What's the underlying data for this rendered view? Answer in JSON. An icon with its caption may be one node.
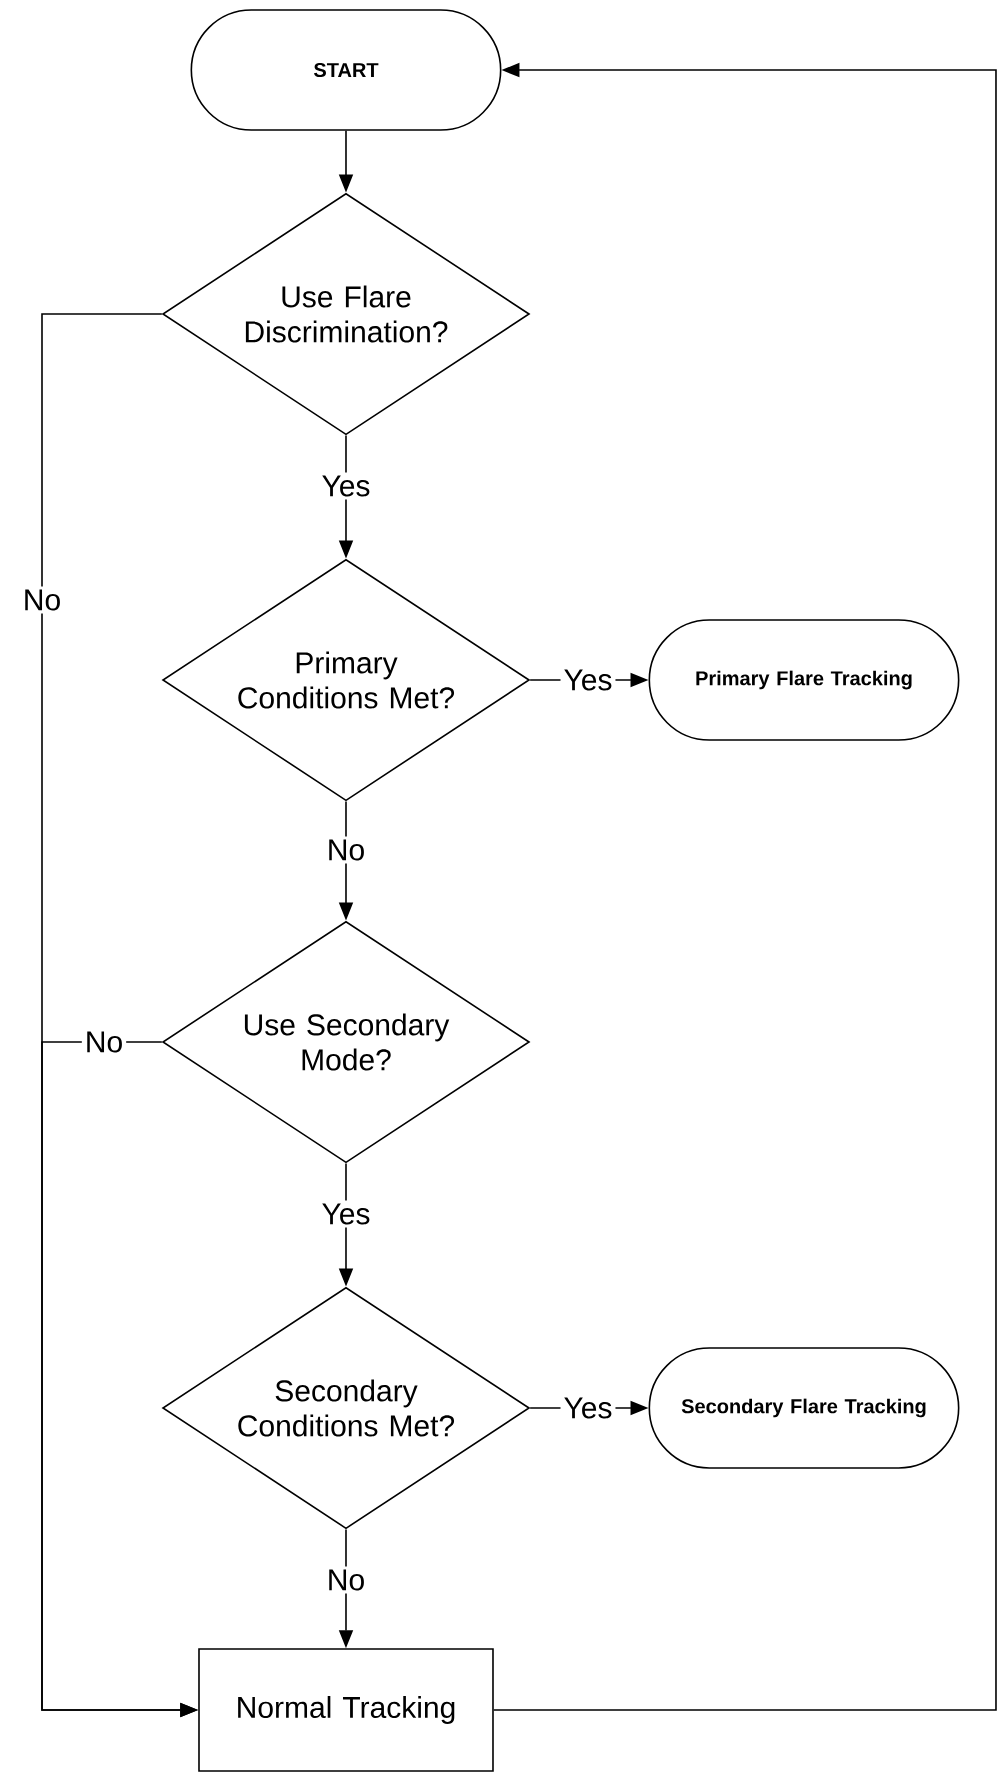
{
  "diagram": {
    "nodes": [
      {
        "text": [
          "START"
        ]
      },
      {
        "text": [
          "Use Flare Discrimination?"
        ]
      },
      {
        "text": [
          "Primary Conditions Met?"
        ]
      },
      {
        "text": [
          "Primary Flare Tracking"
        ]
      },
      {
        "text": [
          "Use Secondary Mode?"
        ]
      },
      {
        "text": [
          "Secondary Conditions Met?"
        ]
      },
      {
        "text": [
          "Secondary Flare Tracking"
        ]
      },
      {
        "text": [
          "Normal Tracking"
        ]
      }
    ],
    "edges": [
      {
        "from": 0,
        "to": 1,
        "arrow": "to"
      },
      {
        "from": 1,
        "to": 2,
        "arrow": "to",
        "label": "Yes"
      },
      {
        "from": 1,
        "to": 7,
        "arrow": "to",
        "label": "No"
      },
      {
        "from": 2,
        "to": 3,
        "arrow": "to",
        "label": "Yes"
      },
      {
        "from": 2,
        "to": 4,
        "arrow": "to",
        "label": "No"
      },
      {
        "from": 4,
        "to": 7,
        "arrow": "to",
        "label": "No"
      },
      {
        "from": 4,
        "to": 5,
        "arrow": "to",
        "label": "Yes"
      },
      {
        "from": 5,
        "to": 6,
        "arrow": "to",
        "label": "Yes"
      },
      {
        "from": 5,
        "to": 7,
        "arrow": "to",
        "label": "No"
      },
      {
        "from": 7,
        "to": 0,
        "arrow": "to"
      }
    ]
  }
}
